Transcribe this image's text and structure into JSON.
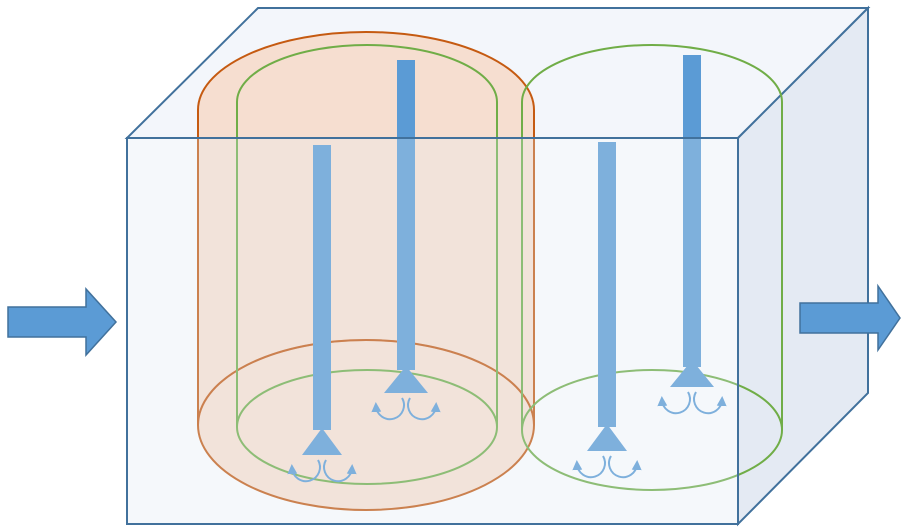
{
  "diagram": {
    "type": "schematic",
    "description_text": "",
    "colors": {
      "box_stroke": "#41719C",
      "box_fill": "#EEF3FA",
      "tank_outline": "#C55A11",
      "tank_fill": "#F8CBAD",
      "zone_outline": "#70AD47",
      "tube_fill": "#5B9BD5",
      "arrow_fill": "#5B9BD5",
      "arrow_stroke": "#41719C",
      "flow_arrow": "#5B9BD5"
    },
    "elements": {
      "box": "rectangular-vessel",
      "inflow_arrow": "inlet-arrow",
      "outflow_arrow": "outlet-arrow",
      "cylinder_count": 3,
      "tube_count": 4,
      "flow_arrows_per_tube": 2
    }
  }
}
